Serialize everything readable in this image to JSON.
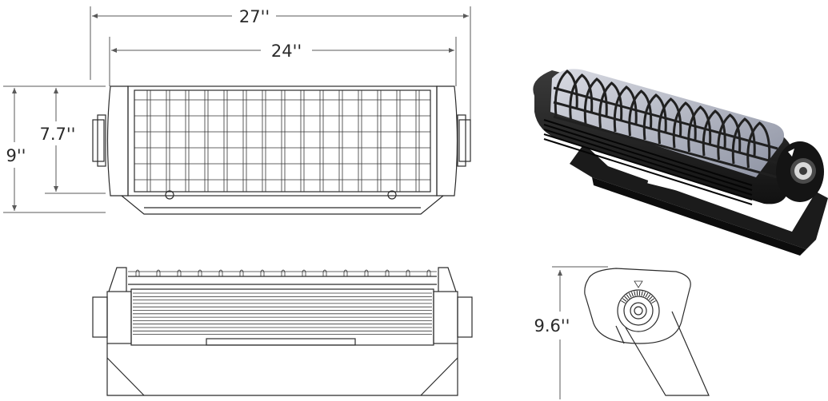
{
  "dimensions": {
    "overall_width": "27''",
    "lens_width": "24''",
    "overall_height": "9''",
    "lens_height": "7.7''",
    "side_height": "9.6''"
  },
  "icons": {
    "front_view": "fixture-front-view-drawing",
    "bottom_view": "fixture-bottom-view-drawing",
    "side_view": "fixture-side-view-drawing",
    "render": "fixture-3d-render"
  },
  "colors": {
    "line": "#2b2b2b",
    "dimension": "#5a5a5a",
    "body": "#1f1f1f"
  }
}
